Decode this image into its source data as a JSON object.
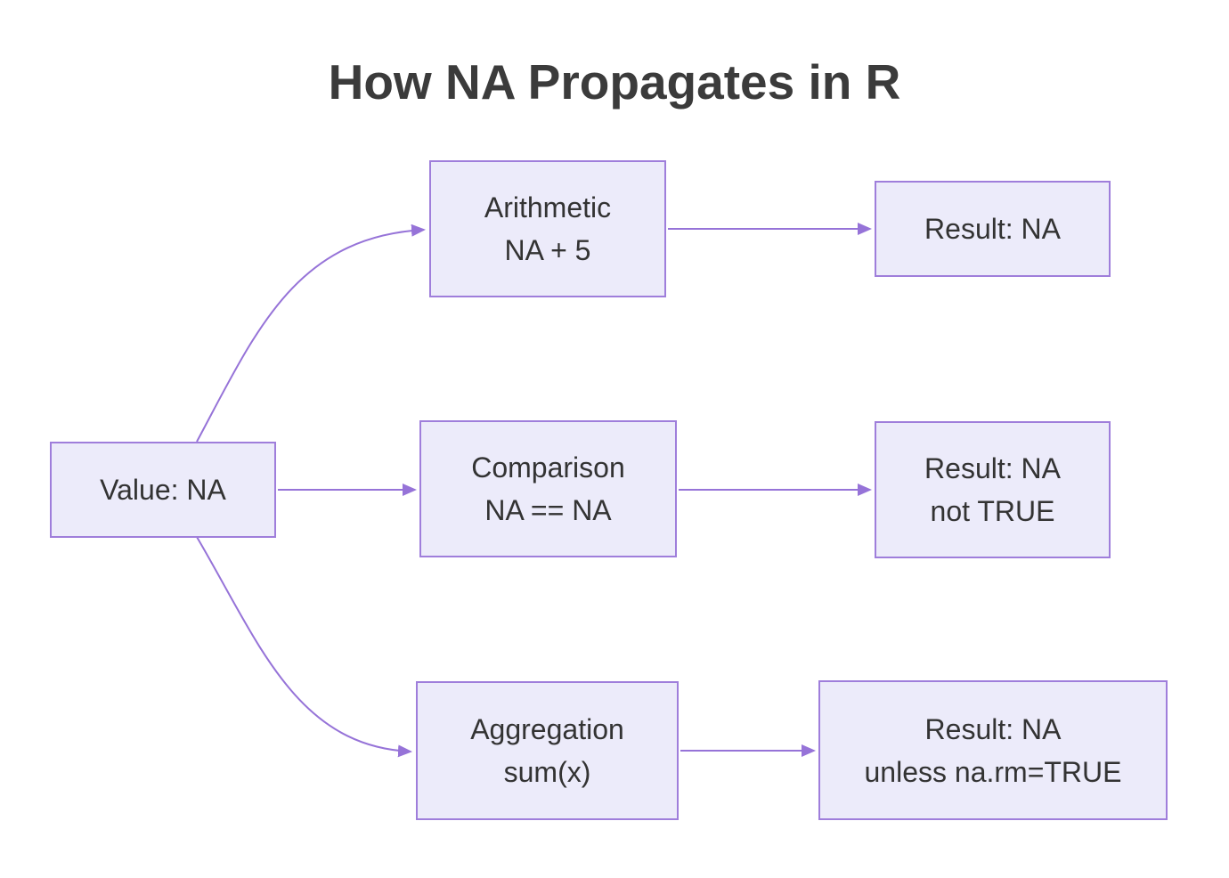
{
  "title": "How NA Propagates in R",
  "colors": {
    "box_fill": "#ECEBFA",
    "box_border": "#9F7EDB",
    "arrow": "#9673D8",
    "text": "#333333",
    "title": "#3B3B3B"
  },
  "nodes": {
    "value": {
      "lines": [
        "Value: NA"
      ]
    },
    "arithmetic": {
      "lines": [
        "Arithmetic",
        "NA + 5"
      ]
    },
    "result_arithmetic": {
      "lines": [
        "Result: NA"
      ]
    },
    "comparison": {
      "lines": [
        "Comparison",
        "NA == NA"
      ]
    },
    "result_comparison": {
      "lines": [
        "Result: NA",
        "not TRUE"
      ]
    },
    "aggregation": {
      "lines": [
        "Aggregation",
        "sum(x)"
      ]
    },
    "result_aggregation": {
      "lines": [
        "Result: NA",
        "unless na.rm=TRUE"
      ]
    }
  },
  "edges": [
    {
      "from": "value",
      "to": "arithmetic"
    },
    {
      "from": "value",
      "to": "comparison"
    },
    {
      "from": "value",
      "to": "aggregation"
    },
    {
      "from": "arithmetic",
      "to": "result_arithmetic"
    },
    {
      "from": "comparison",
      "to": "result_comparison"
    },
    {
      "from": "aggregation",
      "to": "result_aggregation"
    }
  ]
}
